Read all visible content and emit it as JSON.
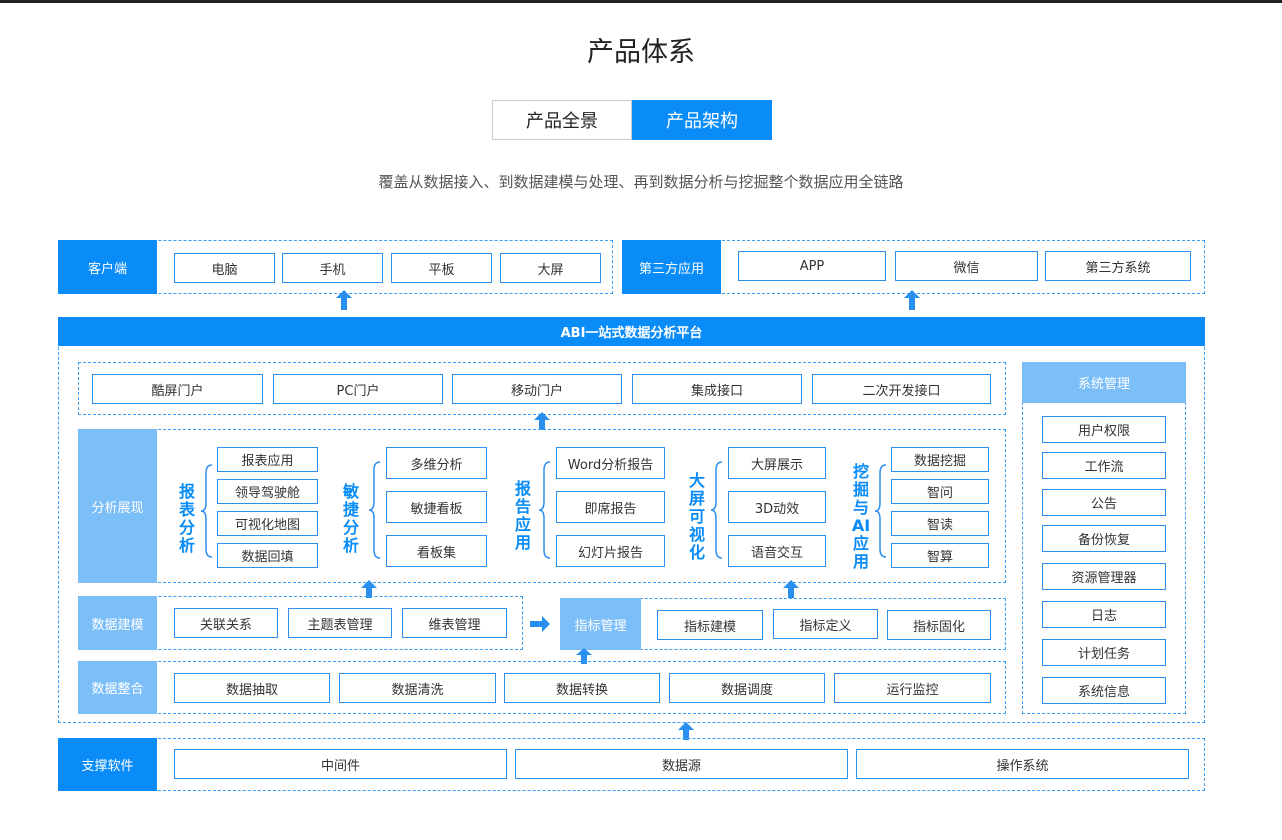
{
  "page": {
    "title": "产品体系",
    "tabs": [
      "产品全景",
      "产品架构"
    ],
    "subtitle": "覆盖从数据接入、到数据建模与处理、再到数据分析与挖掘整个数据应用全链路"
  },
  "client": {
    "label": "客户端",
    "items": [
      "电脑",
      "手机",
      "平板",
      "大屏"
    ]
  },
  "third": {
    "label": "第三方应用",
    "items": [
      "APP",
      "微信",
      "第三方系统"
    ]
  },
  "platform": {
    "title": "ABI一站式数据分析平台"
  },
  "portals": [
    "酷屏门户",
    "PC门户",
    "移动门户",
    "集成接口",
    "二次开发接口"
  ],
  "analysis": {
    "label": "分析展现",
    "groups": [
      {
        "title": "报表分析",
        "items": [
          "报表应用",
          "领导驾驶舱",
          "可视化地图",
          "数据回填"
        ]
      },
      {
        "title": "敏捷分析",
        "items": [
          "多维分析",
          "敏捷看板",
          "看板集"
        ]
      },
      {
        "title": "报告应用",
        "items": [
          "Word分析报告",
          "即席报告",
          "幻灯片报告"
        ]
      },
      {
        "title": "大屏可视化",
        "items": [
          "大屏展示",
          "3D动效",
          "语音交互"
        ]
      },
      {
        "title": "挖掘与AI应用",
        "items": [
          "数据挖掘",
          "智问",
          "智读",
          "智算"
        ]
      }
    ]
  },
  "modeling": {
    "label": "数据建模",
    "items": [
      "关联关系",
      "主题表管理",
      "维表管理"
    ]
  },
  "metrics": {
    "label": "指标管理",
    "items": [
      "指标建模",
      "指标定义",
      "指标固化"
    ]
  },
  "integration": {
    "label": "数据整合",
    "items": [
      "数据抽取",
      "数据清洗",
      "数据转换",
      "数据调度",
      "运行监控"
    ]
  },
  "system": {
    "label": "系统管理",
    "items": [
      "用户权限",
      "工作流",
      "公告",
      "备份恢复",
      "资源管理器",
      "日志",
      "计划任务",
      "系统信息"
    ]
  },
  "support": {
    "label": "支撑软件",
    "items": [
      "中间件",
      "数据源",
      "操作系统"
    ]
  },
  "colors": {
    "primary": "#0a8cf8",
    "light": "#7cbef8",
    "border": "#2b8ff0"
  }
}
